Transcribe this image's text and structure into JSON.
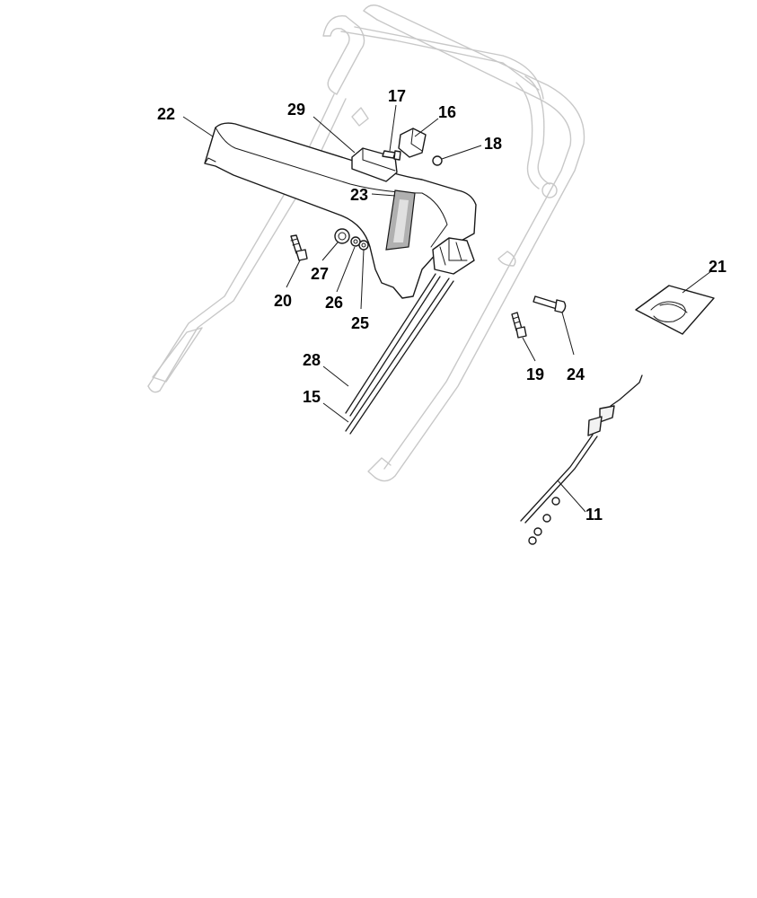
{
  "diagram": {
    "part_labels": [
      "22",
      "29",
      "17",
      "16",
      "18",
      "23",
      "27",
      "26",
      "25",
      "20",
      "21",
      "24",
      "19",
      "28",
      "15",
      "11"
    ],
    "colors": {
      "line": "#1a1a1a",
      "frame": "#c8c8c8",
      "decal": "#b0b0b0"
    }
  }
}
